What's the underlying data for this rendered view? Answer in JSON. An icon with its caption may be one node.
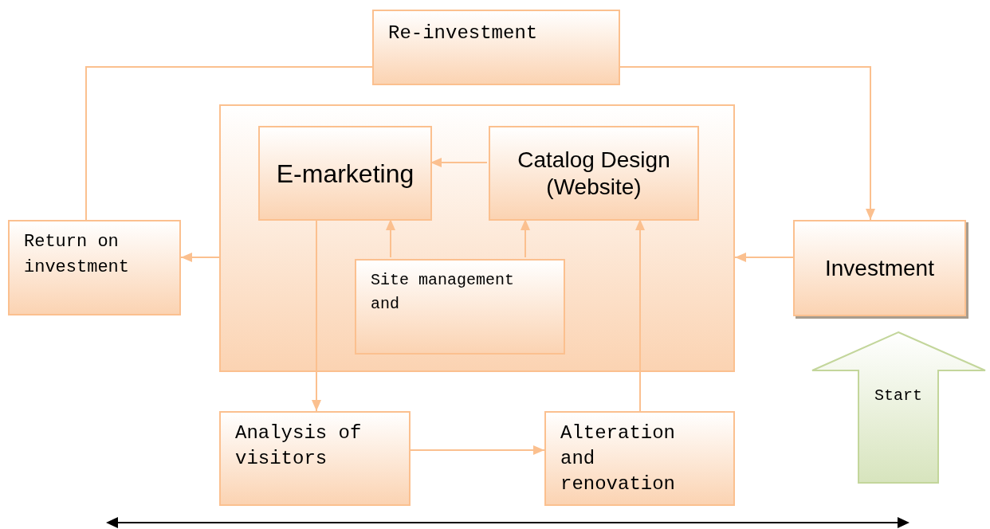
{
  "diagram": {
    "nodes": [
      {
        "text": [
          "Re-investment"
        ]
      },
      {
        "text": [],
        "shape": "box"
      },
      {
        "text": [
          "E-marketing"
        ],
        "in": 1
      },
      {
        "text": [
          "Catalog Design (Website)"
        ],
        "in": 1
      },
      {
        "text": [
          "Site management and"
        ],
        "in": 1
      },
      {
        "text": [
          "Return on investment"
        ]
      },
      {
        "text": [
          "Investment"
        ]
      },
      {
        "text": [
          "Start"
        ]
      },
      {
        "text": [
          "Analysis of visitors"
        ]
      },
      {
        "text": [
          "Alteration and renovation"
        ]
      }
    ],
    "edges": [
      {
        "from": 5,
        "to": 0,
        "arrow": "none"
      },
      {
        "from": 0,
        "to": 6,
        "arrow": "to"
      },
      {
        "from": 6,
        "to": 1,
        "arrow": "to"
      },
      {
        "from": 1,
        "to": 5,
        "arrow": "to"
      },
      {
        "from": 3,
        "to": 2,
        "arrow": "to"
      },
      {
        "from": 4,
        "to": 2,
        "arrow": "to"
      },
      {
        "from": 4,
        "to": 3,
        "arrow": "to"
      },
      {
        "from": 2,
        "to": 8,
        "arrow": "to"
      },
      {
        "from": 8,
        "to": 9,
        "arrow": "to"
      },
      {
        "from": 9,
        "to": 3,
        "arrow": "to"
      }
    ]
  }
}
